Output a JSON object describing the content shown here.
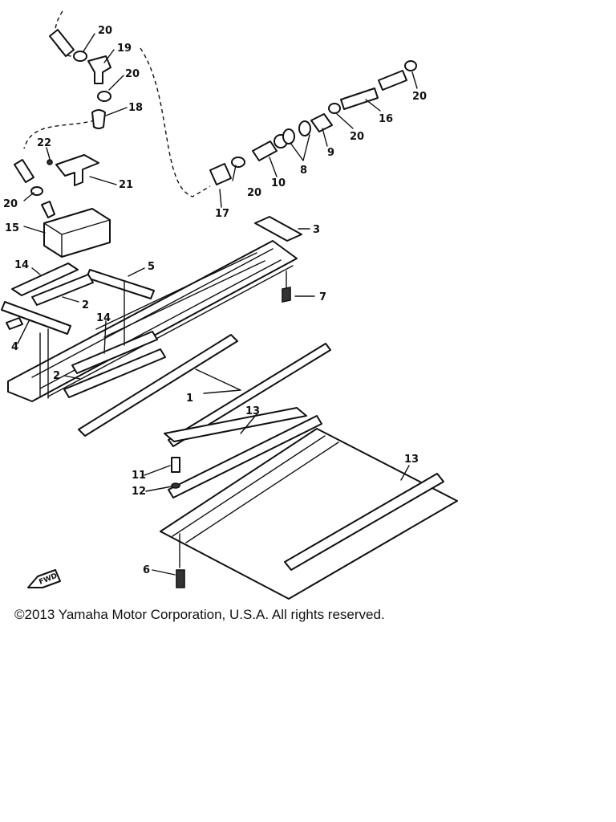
{
  "copyright": "©2013 Yamaha Motor Corporation, U.S.A. All rights reserved.",
  "fwd_marker": "FWD",
  "callouts": [
    {
      "id": "c1",
      "text": "1"
    },
    {
      "id": "c2a",
      "text": "2"
    },
    {
      "id": "c2b",
      "text": "2"
    },
    {
      "id": "c3",
      "text": "3"
    },
    {
      "id": "c4",
      "text": "4"
    },
    {
      "id": "c5",
      "text": "5"
    },
    {
      "id": "c6",
      "text": "6"
    },
    {
      "id": "c7",
      "text": "7"
    },
    {
      "id": "c8",
      "text": "8"
    },
    {
      "id": "c9",
      "text": "9"
    },
    {
      "id": "c10",
      "text": "10"
    },
    {
      "id": "c11",
      "text": "11"
    },
    {
      "id": "c12",
      "text": "12"
    },
    {
      "id": "c13a",
      "text": "13"
    },
    {
      "id": "c13b",
      "text": "13"
    },
    {
      "id": "c14a",
      "text": "14"
    },
    {
      "id": "c14b",
      "text": "14"
    },
    {
      "id": "c15",
      "text": "15"
    },
    {
      "id": "c16",
      "text": "16"
    },
    {
      "id": "c17",
      "text": "17"
    },
    {
      "id": "c18",
      "text": "18"
    },
    {
      "id": "c19",
      "text": "19"
    },
    {
      "id": "c20a",
      "text": "20"
    },
    {
      "id": "c20b",
      "text": "20"
    },
    {
      "id": "c20c",
      "text": "20"
    },
    {
      "id": "c20d",
      "text": "20"
    },
    {
      "id": "c20e",
      "text": "20"
    },
    {
      "id": "c20f",
      "text": "20"
    },
    {
      "id": "c21",
      "text": "21"
    },
    {
      "id": "c22",
      "text": "22"
    }
  ]
}
